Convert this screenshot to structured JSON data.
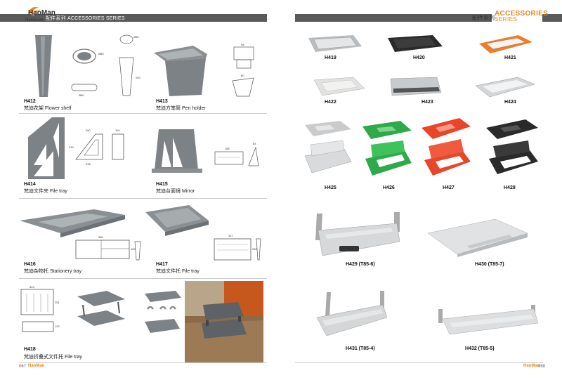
{
  "header": {
    "brand": "HaoMan",
    "brand_sub": "Hardware",
    "left_title": "配件系列 ACCESSORIES SERIES",
    "right_title_cn": "配件系列",
    "right_title_en1": "ACCESSORIES",
    "right_title_en2": "SERIES"
  },
  "footer": {
    "left_page": "067",
    "left_brand": "HaoMan",
    "right_brand": "HaoMan",
    "right_page": "068"
  },
  "left_products": [
    {
      "code": "H412",
      "name": "梵迪花架  Flower shelf"
    },
    {
      "code": "H413",
      "name": "梵迪方笔筒  Pen holder"
    },
    {
      "code": "H414",
      "name": "梵迪文件夹  File tray"
    },
    {
      "code": "H415",
      "name": "梵迪台面镜  Mirror"
    },
    {
      "code": "H416",
      "name": "梵迪杂物托  Stationery tray"
    },
    {
      "code": "H417",
      "name": "梵迪文件托  File tray"
    },
    {
      "code": "H418",
      "name": "梵迪折叠式文件托  File tray"
    }
  ],
  "right_products": [
    {
      "code": "H419"
    },
    {
      "code": "H420"
    },
    {
      "code": "H421"
    },
    {
      "code": "H422"
    },
    {
      "code": "H423"
    },
    {
      "code": "H424"
    },
    {
      "code": "H425"
    },
    {
      "code": "H426"
    },
    {
      "code": "H427"
    },
    {
      "code": "H428"
    },
    {
      "code": "H429 (T85-6)"
    },
    {
      "code": "H430 (T85-7)"
    },
    {
      "code": "H431 (T85-4)"
    },
    {
      "code": "H432 (T85-5)"
    }
  ],
  "dims": {
    "h412_a": "Ø80",
    "h412_b": "Ø60",
    "h412_c": "Ø50",
    "h412_d": "240",
    "h413_a": "95",
    "h413_b": "80",
    "h413_c": "80",
    "h414_a": "260",
    "h414_b": "110",
    "h414_c": "210",
    "h414_d": "238",
    "h415_a": "185",
    "h415_b": "83",
    "h416_a": "350",
    "h416_b": "152",
    "h416_c": "30",
    "h417_a": "327",
    "h417_b": "259",
    "h417_c": "60",
    "h418_a": "343",
    "h418_b": "251",
    "h418_c": "120"
  },
  "colors": {
    "accent": "#e8891a",
    "header_bar": "#5a5a5a",
    "gray_plastic": "#7d8286",
    "green": "#2faa4a",
    "red": "#e8452a",
    "black": "#2a2a2a"
  }
}
